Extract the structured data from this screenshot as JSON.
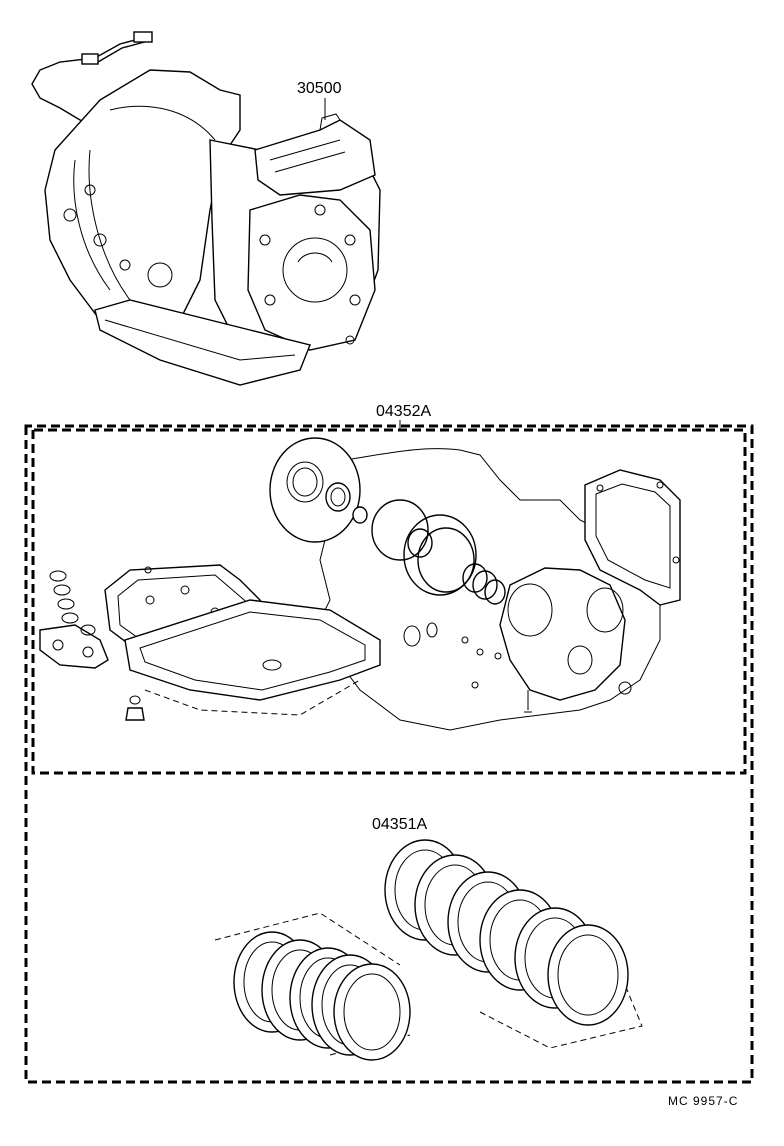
{
  "labels": {
    "transmission_assy": "30500",
    "overhaul_gasket_kit": "04352A",
    "overhaul_kit": "04351A",
    "drawing_code": "MC  9957-C"
  }
}
